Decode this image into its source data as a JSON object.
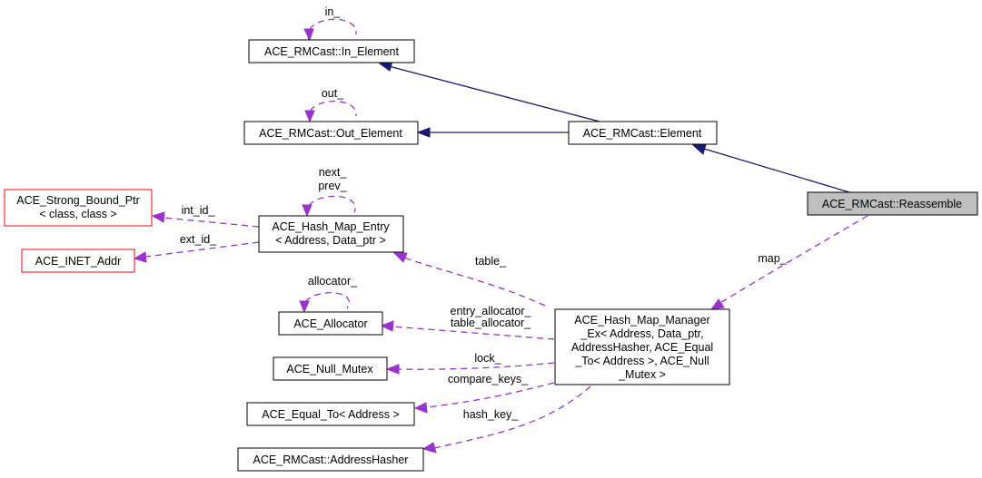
{
  "diagram": {
    "type": "collaboration-graph",
    "nodes": {
      "in_element": {
        "lines": [
          "ACE_RMCast::In_Element"
        ],
        "style": "normal"
      },
      "out_element": {
        "lines": [
          "ACE_RMCast::Out_Element"
        ],
        "style": "normal"
      },
      "element": {
        "lines": [
          "ACE_RMCast::Element"
        ],
        "style": "normal"
      },
      "reassemble": {
        "lines": [
          "ACE_RMCast::Reassemble"
        ],
        "style": "focus"
      },
      "strong_bound_ptr": {
        "lines": [
          "ACE_Strong_Bound_Ptr",
          "< class, class >"
        ],
        "style": "truncated"
      },
      "inet_addr": {
        "lines": [
          "ACE_INET_Addr"
        ],
        "style": "truncated"
      },
      "hash_map_entry": {
        "lines": [
          "ACE_Hash_Map_Entry",
          "< Address, Data_ptr >"
        ],
        "style": "normal"
      },
      "allocator": {
        "lines": [
          "ACE_Allocator"
        ],
        "style": "normal"
      },
      "null_mutex": {
        "lines": [
          "ACE_Null_Mutex"
        ],
        "style": "normal"
      },
      "equal_to": {
        "lines": [
          "ACE_Equal_To< Address >"
        ],
        "style": "normal"
      },
      "address_hasher": {
        "lines": [
          "ACE_RMCast::AddressHasher"
        ],
        "style": "normal"
      },
      "hash_map_manager": {
        "lines": [
          "ACE_Hash_Map_Manager",
          "_Ex< Address, Data_ptr,",
          " AddressHasher, ACE_Equal",
          "_To< Address >, ACE_Null",
          "_Mutex >"
        ],
        "style": "normal"
      }
    },
    "edges": [
      {
        "id": "in-self",
        "kind": "usage",
        "labels": [
          "in_"
        ]
      },
      {
        "id": "out-self",
        "kind": "usage",
        "labels": [
          "out_"
        ]
      },
      {
        "id": "element-in",
        "kind": "inheritance",
        "labels": []
      },
      {
        "id": "element-out",
        "kind": "inheritance",
        "labels": []
      },
      {
        "id": "reassemble-element",
        "kind": "inheritance",
        "labels": []
      },
      {
        "id": "entry-self",
        "kind": "usage",
        "labels": [
          "next_",
          "prev_"
        ]
      },
      {
        "id": "entry-strong",
        "kind": "usage",
        "labels": [
          "int_id_"
        ]
      },
      {
        "id": "entry-inet",
        "kind": "usage",
        "labels": [
          "ext_id_"
        ]
      },
      {
        "id": "manager-entry",
        "kind": "usage",
        "labels": [
          "table_"
        ]
      },
      {
        "id": "reassemble-manager",
        "kind": "usage",
        "labels": [
          "map_"
        ]
      },
      {
        "id": "allocator-self",
        "kind": "usage",
        "labels": [
          "allocator_"
        ]
      },
      {
        "id": "manager-allocator",
        "kind": "usage",
        "labels": [
          "entry_allocator_",
          "table_allocator_"
        ]
      },
      {
        "id": "manager-mutex",
        "kind": "usage",
        "labels": [
          "lock_"
        ]
      },
      {
        "id": "manager-equal",
        "kind": "usage",
        "labels": [
          "compare_keys_"
        ]
      },
      {
        "id": "manager-hasher",
        "kind": "usage",
        "labels": [
          "hash_key_"
        ]
      }
    ],
    "colors": {
      "inheritance": "#191970",
      "usage": "#9a32cd",
      "focus_fill": "#bfbfbf",
      "truncated_border": "#ff0000",
      "normal_border": "#000000"
    }
  }
}
